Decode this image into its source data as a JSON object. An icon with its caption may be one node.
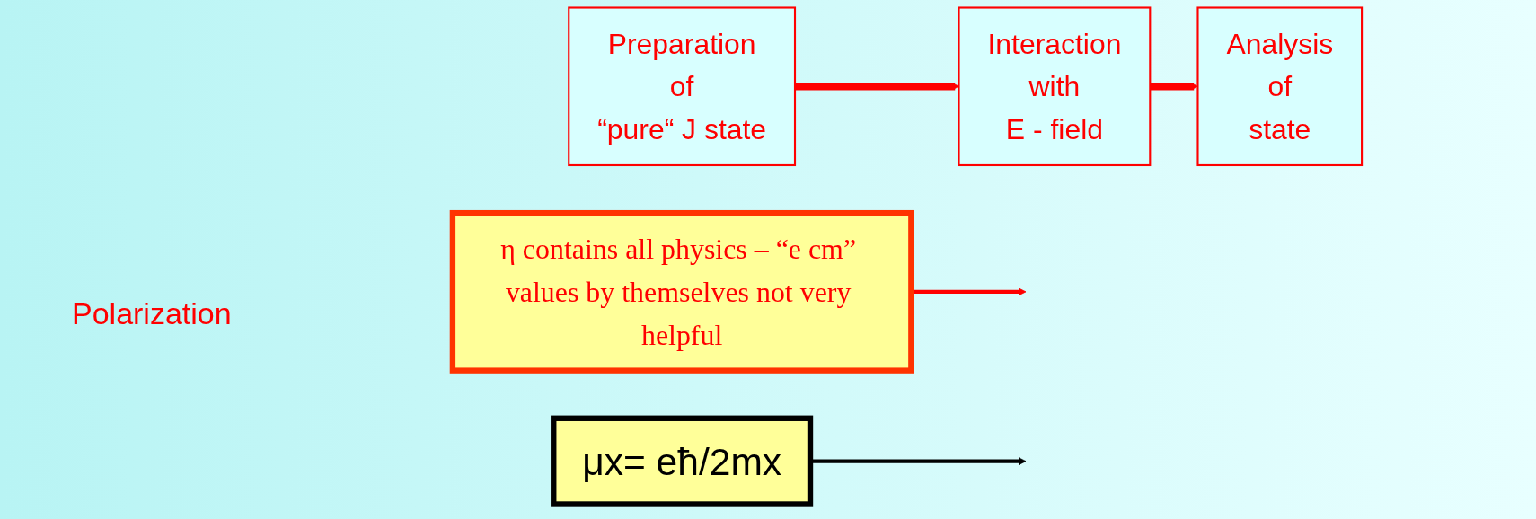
{
  "diagram": {
    "nodes": [
      {
        "text": [
          "Preparation",
          "of",
          "“pure“ J state"
        ]
      },
      {
        "text": [
          "Interaction",
          "with",
          "E - field"
        ]
      },
      {
        "text": [
          "Analysis",
          "of",
          "state"
        ]
      },
      {
        "text": [
          "η contains all physics – “e cm” values by themselves not very helpful"
        ]
      },
      {
        "text": [
          "μx= eħ/2mx"
        ]
      }
    ],
    "edges": [
      {
        "from": 0,
        "to": 1,
        "arrow": "to",
        "style": "thick",
        "color": "#ff0000"
      },
      {
        "from": 1,
        "to": 2,
        "arrow": "to",
        "style": "thick",
        "color": "#ff0000"
      },
      {
        "from": 3,
        "to": null,
        "arrow": "to",
        "color": "#ff0000"
      },
      {
        "from": 4,
        "to": null,
        "arrow": "to",
        "color": "#000000"
      }
    ],
    "labels": [
      "Polarization"
    ]
  }
}
